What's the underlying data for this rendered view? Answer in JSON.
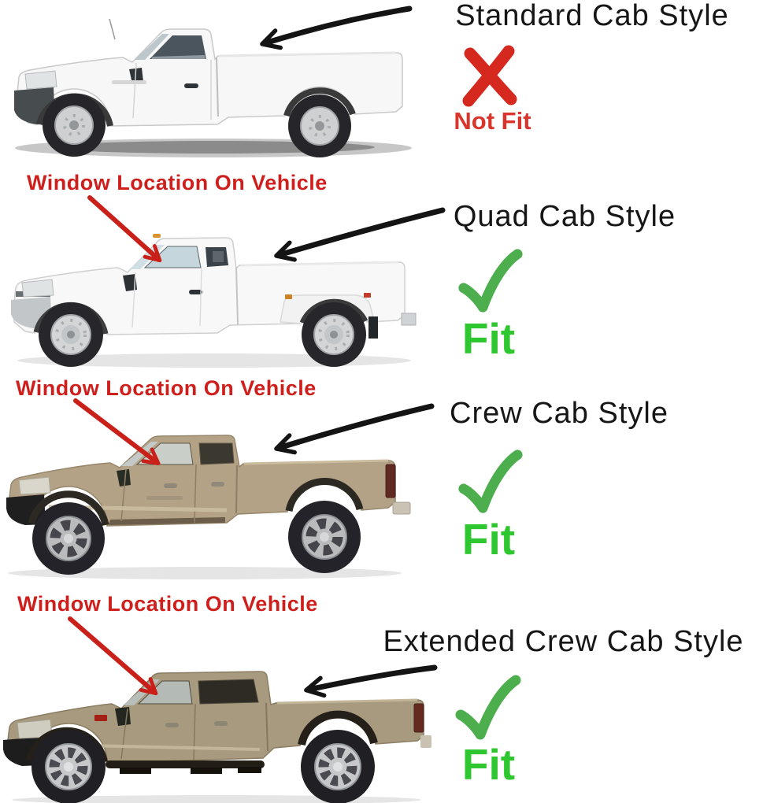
{
  "guide": {
    "description_labels": {
      "window_location": "Window Location On Vehicle"
    }
  },
  "colors": {
    "heading_text": "#161616",
    "red_label": "#cf1f1c",
    "not_fit_text": "#da352d",
    "x_mark": "#d5281e",
    "check_mark": "#4cae4c",
    "fit_text": "#2fc72f",
    "arrow_black": "#141414",
    "arrow_red": "#c9201a"
  },
  "sections": [
    {
      "id": "standard-cab",
      "title": "Standard Cab Style",
      "fit_label": "Not Fit",
      "fits": false,
      "mark": "x",
      "truck_image": "white-standard-cab-pickup-side-view"
    },
    {
      "id": "quad-cab",
      "title": "Quad Cab Style",
      "fit_label": "Fit",
      "fits": true,
      "mark": "check",
      "window_location_label": "Window Location On Vehicle",
      "truck_image": "white-quad-cab-dually-pickup-side-view"
    },
    {
      "id": "crew-cab",
      "title": "Crew Cab Style",
      "fit_label": "Fit",
      "fits": true,
      "mark": "check",
      "window_location_label": "Window Location On Vehicle",
      "truck_image": "tan-crew-cab-pickup-side-view"
    },
    {
      "id": "extended-crew-cab",
      "title": "Extended Crew Cab Style",
      "fit_label": "Fit",
      "fits": true,
      "mark": "check",
      "window_location_label": "Window Location On Vehicle",
      "truck_image": "tan-extended-crew-cab-pickup-side-view"
    }
  ]
}
